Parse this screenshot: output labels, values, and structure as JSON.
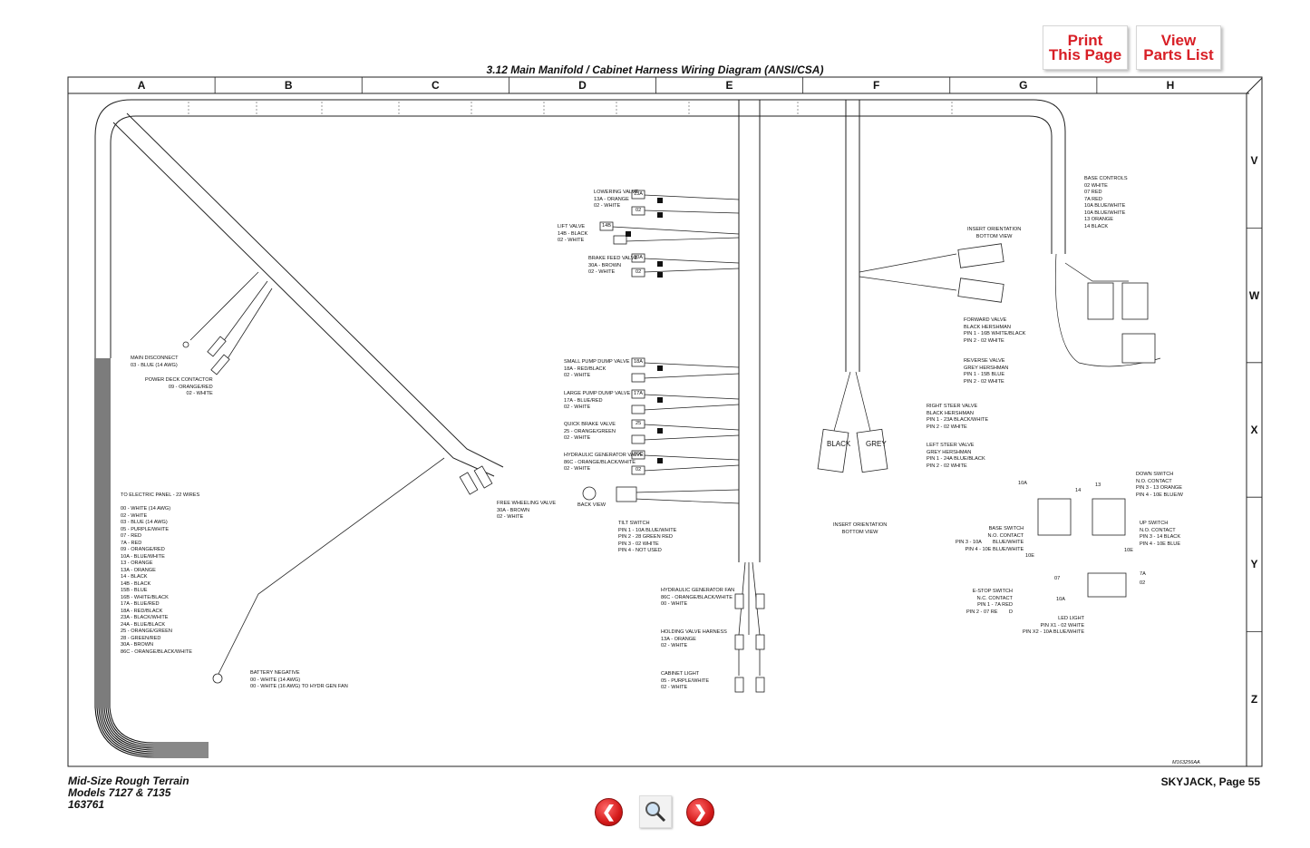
{
  "nav_buttons": {
    "print_line1": "Print",
    "print_line2": "This Page",
    "parts_line1": "View",
    "parts_line2": "Parts List"
  },
  "title": "3.12  Main Manifold / Cabinet Harness Wiring Diagram  (ANSI/CSA)",
  "grid": {
    "columns": [
      "A",
      "B",
      "C",
      "D",
      "E",
      "F",
      "G",
      "H"
    ],
    "rows": [
      "V",
      "W",
      "X",
      "Y",
      "Z"
    ]
  },
  "labels": {
    "lowering_valve": "LOWERING VALVE\n13A - ORANGE\n02 - WHITE",
    "lift_valve": "LIFT VALVE\n14B - BLACK\n02 - WHITE",
    "brake_feed_valve": "BRAKE FEED VALVE\n30A - BROWN\n02 - WHITE",
    "small_pump": "SMALL PUMP DUMP VALVE\n18A - RED/BLACK\n02 - WHITE",
    "large_pump": "LARGE PUMP DUMP VALVE\n17A - BLUE/RED\n02 - WHITE",
    "quick_brake": "QUICK BRAKE VALVE\n25 - ORANGE/GREEN\n02 - WHITE",
    "hyd_gen_valve": "HYDRAULIC GENERATOR VALVE\n86C - ORANGE/BLACK/WHITE\n02 - WHITE",
    "back_view": "BACK VIEW",
    "tilt_switch": "TILT SWITCH\nPIN 1 - 10A BLUE/WHITE\nPIN 2 - 28 GREEN RED\nPIN 3 - 02 WHITE\nPIN 4 - NOT USED",
    "hyd_gen_fan": "HYDRAULIC GENERATOR FAN\n86C - ORANGE/BLACK/WHITE\n00 - WHITE",
    "holding_valve": "HOLDING VALVE HARNESS\n13A - ORANGE\n02 - WHITE",
    "cabinet_light": "CABINET LIGHT\n05 - PURPLE/WHITE\n02 - WHITE",
    "main_disconnect": "MAIN DISCONNECT\n03 - BLUE (14 AWG)",
    "power_deck": "POWER DECK CONTACTOR\n09 - ORANGE/RED\n02 - WHITE",
    "electric_panel": "TO ELECTRIC PANEL - 22 WIRES\n\n00 - WHITE (14 AWG)\n02 - WHITE\n03 - BLUE (14 AWG)\n05 - PURPLE/WHITE\n07 - RED\n7A - RED\n09 - ORANGE/RED\n10A - BLUE/WHITE\n13 - ORANGE\n13A - ORANGE\n14 - BLACK\n14B - BLACK\n15B - BLUE\n16B - WHITE/BLACK\n17A - BLUE/RED\n18A - RED/BLACK\n23A - BLACK/WHITE\n24A - BLUE/BLACK\n25 - ORANGE/GREEN\n28 - GREEN/RED\n30A - BROWN\n86C - ORANGE/BLACK/WHITE",
    "free_wheeling": "FREE WHEELING VALVE\n30A - BROWN\n02 - WHITE",
    "battery_negative": "BATTERY NEGATIVE\n00 - WHITE (14 AWG)\n00 - WHITE (16 AWG) TO HYDR GEN FAN",
    "insert_orientation_bottom": "INSERT ORIENTATION\nBOTTOM VIEW",
    "insert_orientation_bottom2": "INSERT ORIENTATION\nBOTTOM VIEW",
    "forward_valve": "FORWARD VALVE\nBLACK HERSHMAN\nPIN 1 - 16B WHITE/BLACK\nPIN 2 - 02 WHITE",
    "reverse_valve": "REVERSE VALVE\nGREY HERSHMAN\nPIN 1 - 15B BLUE\nPIN 2 - 02 WHITE",
    "right_steer": "RIGHT STEER VALVE\nBLACK HERSHMAN\nPIN 1 - 23A BLACK/WHITE\nPIN 2 - 02 WHITE",
    "left_steer": "LEFT STEER VALVE\nGREY HERSHMAN\nPIN 1 - 24A BLUE/BLACK\nPIN 2 - 02 WHITE",
    "base_controls": "BASE CONTROLS\n02 WHITE\n07 RED\n7A RED\n10A BLUE/WHITE\n10A BLUE/WHITE\n13 ORANGE\n14 BLACK",
    "down_switch": "DOWN SWITCH\nN.O. CONTACT\nPIN 3 - 13 ORANGE\nPIN 4 - 10E BLUE/W",
    "up_switch": "UP SWITCH\nN.O. CONTACT\nPIN 3 - 14 BLACK\nPIN 4 - 10E BLUE",
    "base_switch": "BASE SWITCH\nN.O. CONTACT\nPIN 3 - 10A        BLUE/WHITE\nPIN 4 - 10E BLUE/WHITE",
    "estop_switch": "E-STOP SWITCH\nN.C. CONTACT\nPIN 1 - 7A RED\nPIN 2 - 07 RE        D",
    "led_light": "LED LIGHT\nPIN X1 - 02 WHITE\nPIN X2 - 10A BLUE/WHITE",
    "drawing_number": "M163256AA"
  },
  "wire_tags": {
    "t13a": "13A",
    "t02a": "02",
    "t14b": "14B",
    "t30a": "30A",
    "t02b": "02",
    "t18a": "18A",
    "t17a": "17A",
    "t25": "25",
    "t86c": "86C",
    "t02c": "02",
    "black": "BLACK",
    "grey": "GREY",
    "c10a": "10A",
    "c14": "14",
    "c13": "13",
    "c10e": "10E",
    "c10e2": "10E",
    "c07": "07",
    "c7a": "7A",
    "c02": "02",
    "c10a2": "10A"
  },
  "footer": {
    "line1": "Mid-Size Rough Terrain",
    "line2": "Models 7127 & 7135",
    "line3": "163761",
    "page": "SKYJACK, Page 55"
  },
  "colors": {
    "accent": "#d81f26",
    "line": "#222222"
  }
}
